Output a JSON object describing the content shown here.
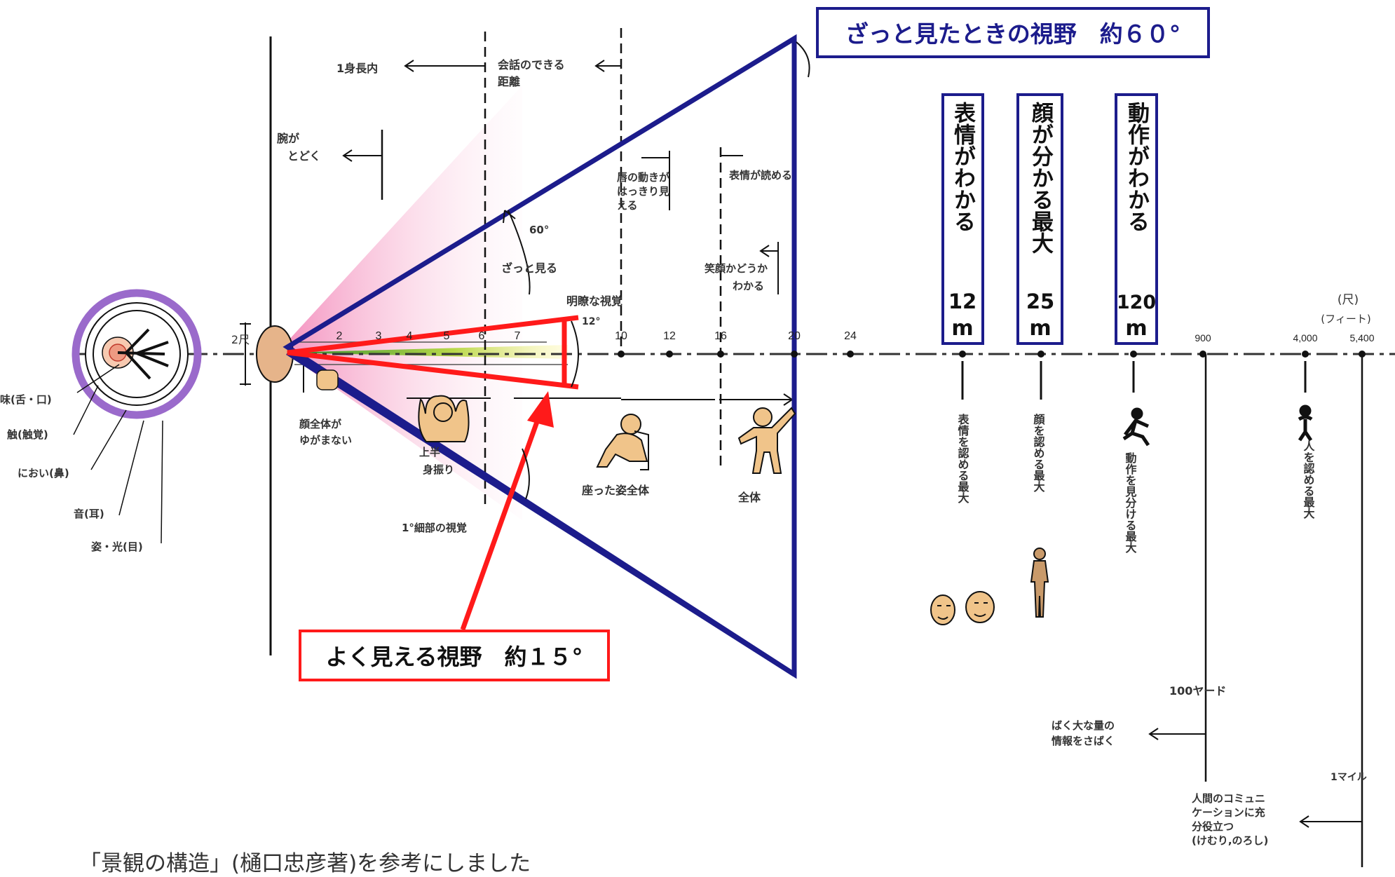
{
  "callouts": {
    "wide_view": "ざっと見たときの視野　約６０°",
    "clear_view": "よく見える視野　約１５°"
  },
  "vertical_boxes": [
    {
      "text": "表情がわかる",
      "num": "12",
      "unit": "m"
    },
    {
      "text": "顔が分かる最大",
      "num": "25",
      "unit": "m"
    },
    {
      "text": "動作がわかる",
      "num": "120",
      "unit": "m"
    }
  ],
  "axis": {
    "ticks_left": [
      "2",
      "3",
      "4",
      "5",
      "6",
      "7",
      "10",
      "12",
      "16",
      "20",
      "24"
    ],
    "ticks_right": [
      "900",
      "4,000",
      "5,400"
    ],
    "unit_top": "(尺)",
    "unit_bottom": "(フィート)",
    "height_label": "2尺"
  },
  "senses": [
    "味(舌・口)",
    "触(触覚)",
    "におい(鼻)",
    "音(耳)",
    "姿・光(目)"
  ],
  "zone_labels": {
    "body_length": "1身長内",
    "conversation_1": "会話のできる",
    "conversation_2": "距離",
    "arm_reach_1": "腕が",
    "arm_reach_2": "とどく",
    "lips_1": "唇の動きが",
    "lips_2": "はっきり見",
    "lips_3": "える",
    "expression_read": "表情が読める",
    "glance_angle": "60°",
    "glance": "ざっと見る",
    "smile_1": "笑顔かどうか",
    "smile_2": "わかる",
    "clear_vision": "明瞭な視覚",
    "angle_12": "12°",
    "face_whole_1": "顔全体が",
    "face_whole_2": "ゆがまない",
    "upper_body_1": "上半",
    "upper_body_2": "身振り",
    "detail_vision": "1°細部の視覚",
    "sitting_whole": "座った姿全体",
    "whole_body": "全体"
  },
  "vertical_notes": [
    "表情を認める最大",
    "顔を認める最大",
    "動作を見分ける最大",
    "人を認める最大"
  ],
  "bottom_labels": {
    "yard": "100ヤード",
    "mile": "1マイル",
    "info_1": "ばく大な量の",
    "info_2": "情報をさばく",
    "comm_1": "人間のコミュニ",
    "comm_2": "ケーションに充",
    "comm_3": "分役立つ",
    "comm_4": "(けむり,のろし)"
  },
  "credit": "「景観の構造」(樋口忠彦著)を参考にしました",
  "colors": {
    "navy": "#1c1c8c",
    "red": "#ff1a1a",
    "purple": "#9a6acb",
    "pink": "#f4a3c6",
    "skin": "#f0c48a"
  }
}
